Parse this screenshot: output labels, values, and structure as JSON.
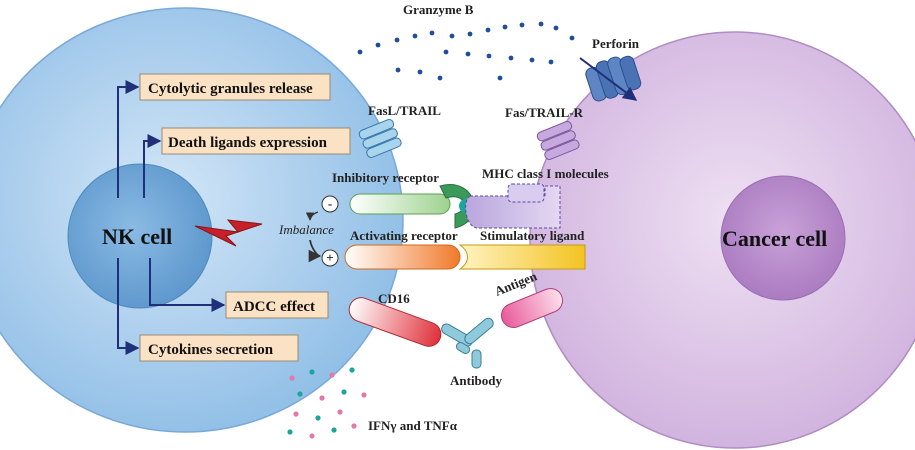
{
  "labels": {
    "granzyme": "Granzyme B",
    "perforin": "Perforin",
    "fasl_trail": "FasL/TRAIL",
    "fas_trail_r": "Fas/TRAIL-R",
    "inhibitory_receptor": "Inhibitory receptor",
    "mhc": "MHC class I molecules",
    "imbalance": "Imbalance",
    "activating_receptor": "Activating receptor",
    "stimulatory_ligand": "Stimulatory ligand",
    "cd16": "CD16",
    "antigen": "Antigen",
    "antibody": "Antibody",
    "ifn_tnf": "IFNγ and TNFα",
    "nk_cell": "NK cell",
    "cancer_cell": "Cancer cell",
    "minus": "-",
    "plus": "+"
  },
  "functions": {
    "cytolytic": "Cytolytic granules release",
    "death_ligands": "Death ligands expression",
    "adcc": "ADCC effect",
    "cytokines": "Cytokines secretion"
  },
  "colors": {
    "nk_cell": "#a9cdee",
    "nk_nucleus": "#7aaedb",
    "cancer_cell": "#dcc6e6",
    "cancer_nucleus": "#c39ad4",
    "function_box": "#fbe2c4",
    "arrows": "#1f2f7a",
    "granzyme_dots": "#1f4f9a",
    "cytokine_pink": "#e07aa6",
    "cytokine_teal": "#1aa79a",
    "bolt": "#c8202a"
  }
}
